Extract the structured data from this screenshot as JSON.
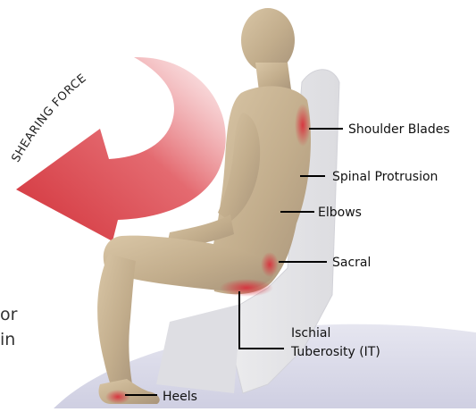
{
  "arrow": {
    "label": "SHEARING FORCE",
    "color": "#d94048"
  },
  "labels": {
    "shoulder_blades": "Shoulder Blades",
    "spinal_protrusion": "Spinal Protrusion",
    "elbows": "Elbows",
    "sacral": "Sacral",
    "ischial_line1": "Ischial",
    "ischial_line2": "Tuberosity (IT)",
    "heels": "Heels"
  },
  "cut_off_text": {
    "line1": "or",
    "line2": "in"
  },
  "colors": {
    "pressure": "#d8313c",
    "skin": "#c6b396",
    "chair": "#e6e6ea",
    "floor": "#d6d6e6",
    "leader": "#000000"
  }
}
